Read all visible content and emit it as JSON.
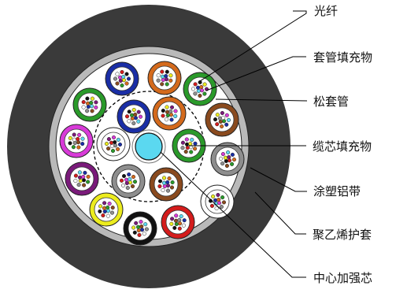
{
  "labels": {
    "fiber": "光纤",
    "tube_filler": "套管填充物",
    "loose_tube": "松套管",
    "core_filler": "缆芯填充物",
    "coated_al_tape": "涂塑铝带",
    "pe_sheath": "聚乙烯护套",
    "central_member": "中心加强芯"
  },
  "colors": {
    "sheath": "#3a3a3a",
    "aluminum_tape": "#b9b9b9",
    "core_background": "#ffffff",
    "central_member": "#5bd8f0",
    "binder": "#000000",
    "tubes": [
      {
        "name": "blue",
        "color": "#1a2ea6"
      },
      {
        "name": "orange",
        "color": "#d46a1c"
      },
      {
        "name": "green",
        "color": "#2a9a2a"
      },
      {
        "name": "brown",
        "color": "#8a4a1e"
      },
      {
        "name": "gray",
        "color": "#8e8e8e"
      },
      {
        "name": "white",
        "color": "#ffffff"
      },
      {
        "name": "red",
        "color": "#d41c1c"
      },
      {
        "name": "black",
        "color": "#111111"
      },
      {
        "name": "yellow",
        "color": "#ecec1e"
      },
      {
        "name": "violet",
        "color": "#7a1a7a"
      },
      {
        "name": "pink",
        "color": "#d83ad8"
      }
    ],
    "fiber_colors": [
      "#1a2ea6",
      "#d46a1c",
      "#2a9a2a",
      "#8a4a1e",
      "#8e8e8e",
      "#ffffff",
      "#d41c1c",
      "#111111",
      "#ecec1e",
      "#7a1a7a",
      "#d83ad8",
      "#5bd8f0"
    ]
  }
}
